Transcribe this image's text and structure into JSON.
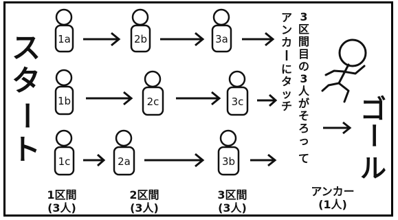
{
  "start_label": [
    "ス",
    "タ",
    "ー",
    "ト"
  ],
  "goal_label": [
    "ゴ",
    "ー",
    "ル"
  ],
  "runners": [
    {
      "id": "1a"
    },
    {
      "id": "2b"
    },
    {
      "id": "3a"
    },
    {
      "id": "1b"
    },
    {
      "id": "2c"
    },
    {
      "id": "3c"
    },
    {
      "id": "1c"
    },
    {
      "id": "2a"
    },
    {
      "id": "3b"
    }
  ],
  "note_col1": [
    "3",
    "区",
    "間",
    "目",
    "の",
    "3",
    "人",
    "が",
    "そ",
    "ろ",
    "っ",
    "て"
  ],
  "note_col2": [
    "ア",
    "ン",
    "カ",
    "ー",
    "に",
    "タ",
    "ッ",
    "チ"
  ],
  "legs": [
    {
      "name": "1区間",
      "count": "(3人)"
    },
    {
      "name": "2区間",
      "count": "(3人)"
    },
    {
      "name": "3区間",
      "count": "(3人)"
    },
    {
      "name": "アンカー",
      "count": "(1人)"
    }
  ],
  "colors": {
    "ink": "#111111",
    "background": "#ffffff",
    "frame": "#000000"
  }
}
